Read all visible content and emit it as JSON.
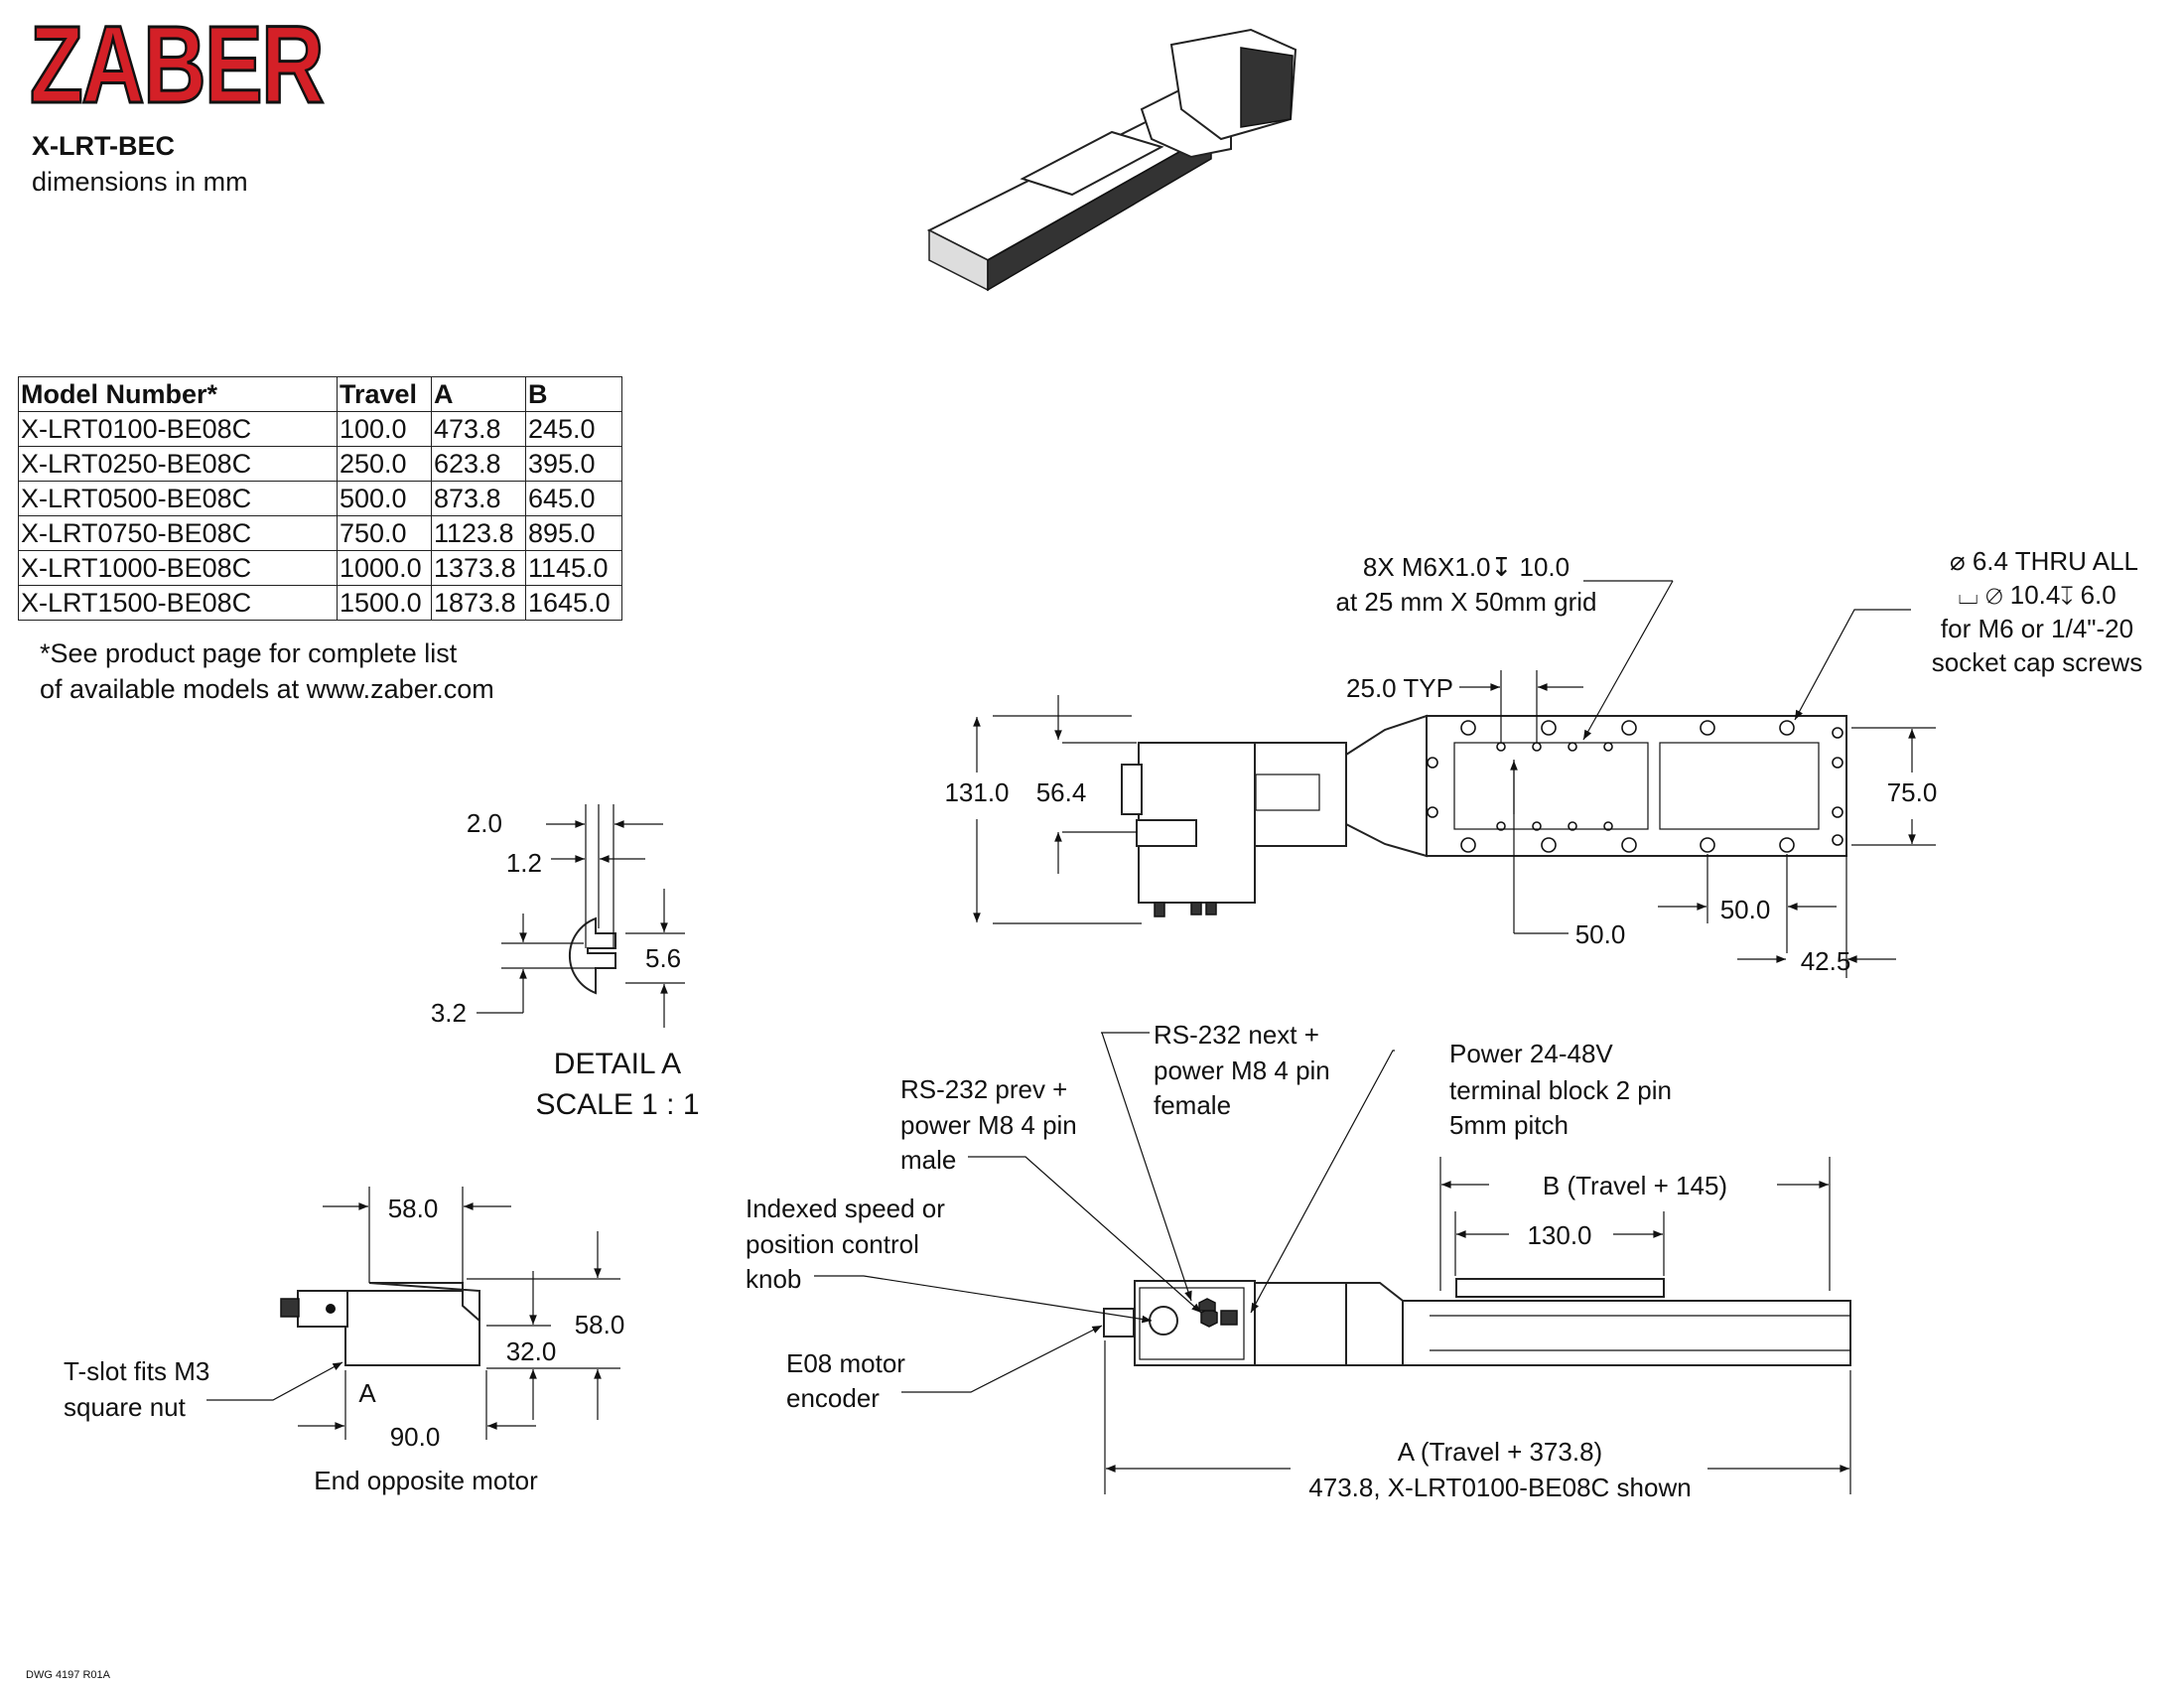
{
  "header": {
    "logo_text": "ZABER",
    "model_family": "X-LRT-BEC",
    "units_note": "dimensions in mm",
    "brand_color": "#d42027"
  },
  "model_table": {
    "columns": [
      "Model Number*",
      "Travel",
      "A",
      "B"
    ],
    "rows": [
      [
        "X-LRT0100-BE08C",
        "100.0",
        "473.8",
        "245.0"
      ],
      [
        "X-LRT0250-BE08C",
        "250.0",
        "623.8",
        "395.0"
      ],
      [
        "X-LRT0500-BE08C",
        "500.0",
        "873.8",
        "645.0"
      ],
      [
        "X-LRT0750-BE08C",
        "750.0",
        "1123.8",
        "895.0"
      ],
      [
        "X-LRT1000-BE08C",
        "1000.0",
        "1373.8",
        "1145.0"
      ],
      [
        "X-LRT1500-BE08C",
        "1500.0",
        "1873.8",
        "1645.0"
      ]
    ],
    "footnote_line1": "*See product page for complete list",
    "footnote_line2": "of available models at www.zaber.com"
  },
  "top_view": {
    "tapped_holes_line1": "8X M6X1.0↧ 10.0",
    "tapped_holes_line2": "at 25 mm X 50mm grid",
    "thru_line1": "⌀ 6.4 THRU ALL",
    "thru_line2": "⌴ ⌀ 10.4↧ 6.0",
    "thru_line3": "for M6 or 1/4\"-20",
    "thru_line4": "socket cap screws",
    "pitch_typ": "25.0 TYP",
    "height_overall": "131.0",
    "height_motor": "56.4",
    "width_stage": "75.0",
    "grid_50_a": "50.0",
    "grid_50_b": "50.0",
    "offset_end": "42.5"
  },
  "detail_a": {
    "dim_2_0": "2.0",
    "dim_1_2": "1.2",
    "dim_5_6": "5.6",
    "dim_3_2": "3.2",
    "title": "DETAIL A",
    "scale": "SCALE 1 : 1"
  },
  "end_view": {
    "top_width": "58.0",
    "height_total": "58.0",
    "height_body": "32.0",
    "base_width": "90.0",
    "detail_marker": "A",
    "tslot_line1": "T-slot fits M3",
    "tslot_line2": "square nut",
    "caption": "End opposite motor"
  },
  "side_view": {
    "rs232_next": [
      "RS-232 next +",
      "power M8 4 pin",
      "female"
    ],
    "rs232_prev": [
      "RS-232 prev +",
      "power M8 4 pin",
      "male"
    ],
    "power": [
      "Power 24-48V",
      "terminal block 2 pin",
      "5mm pitch"
    ],
    "knob": [
      "Indexed speed or",
      "position control",
      "knob"
    ],
    "encoder": [
      "E08 motor",
      "encoder"
    ],
    "dim_b": "B (Travel + 145)",
    "dim_carriage": "130.0",
    "dim_a_line1": "A (Travel + 373.8)",
    "dim_a_line2": "473.8, X-LRT0100-BE08C shown"
  },
  "footer": {
    "drawing_number": "DWG 4197 R01A"
  }
}
